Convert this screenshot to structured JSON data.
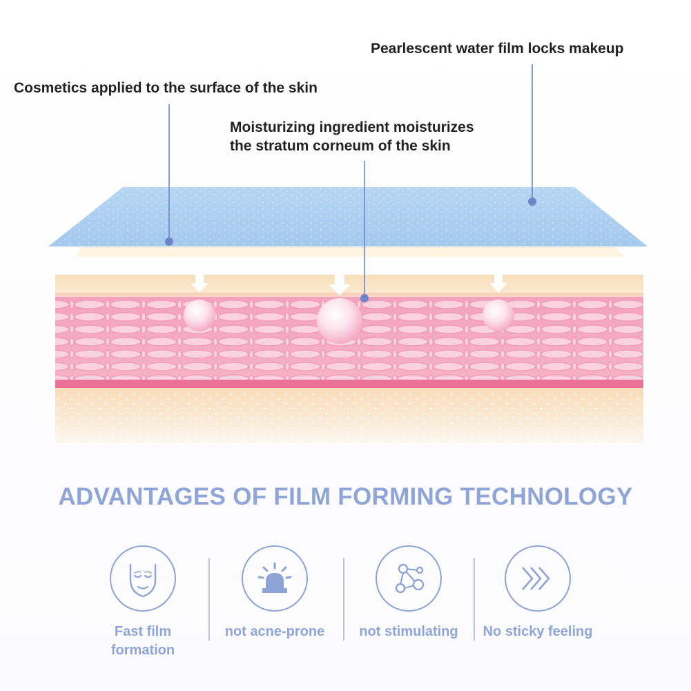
{
  "labels": {
    "cosmetics": "Cosmetics applied to the surface of the skin",
    "pearlescent": "Pearlescent water film locks makeup",
    "moisturizing_line1": "Moisturizing ingredient moisturizes",
    "moisturizing_line2": "the stratum corneum of the skin"
  },
  "heading": "ADVANTAGES OF FILM FORMING TECHNOLOGY",
  "advantages": [
    {
      "icon": "face-icon",
      "line1": "Fast film",
      "line2": "formation"
    },
    {
      "icon": "alarm-light-icon",
      "line1": "not acne-prone"
    },
    {
      "icon": "molecule-icon",
      "line1": "not stimulating"
    },
    {
      "icon": "chevrons-right-icon",
      "line1": "No sticky feeling"
    }
  ],
  "colors": {
    "film": "#a9cdee",
    "skin_pink": "#f6a9c2",
    "skin_deep": "#e86d93",
    "base_peach": "#f9e3c6",
    "accent_text": "#8fa5d8",
    "leader_line": "#6e86c8"
  }
}
